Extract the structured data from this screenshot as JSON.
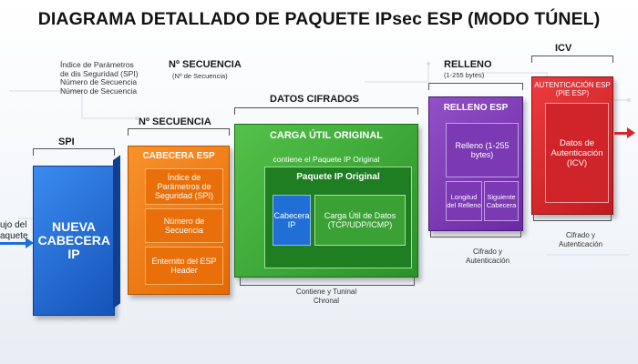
{
  "title": "DIAGRAMA DETALLADO DE PAQUETE IPsec ESP (MODO TÚNEL)",
  "spi_notes": [
    "Índice de Parámetros",
    "de dis Seguridad (SPI)",
    "Número de Secuencia",
    "Número de Secuencia"
  ],
  "labels": {
    "spi": "SPI",
    "seq_top": "Nº SECUENCIA",
    "seq_top_sub": "(Nº de Secuencia)",
    "seq": "Nº SECUENCIA",
    "datos_cifrados": "DATOS CIFRADOS",
    "relleno": "RELLENO",
    "relleno_sub": "(1-255 bytes)",
    "icv": "ICV"
  },
  "flow_in": [
    "ujo del",
    "aquete"
  ],
  "blocks": {
    "nueva_cabecera": "NUEVA CABECERA IP",
    "cabecera_esp": {
      "title": "CABECERA ESP",
      "cells": [
        "Índice de Parámetros de Seguridad (SPI)",
        "Número de Secuencia",
        "Enternito del ESP Header"
      ]
    },
    "carga_util": {
      "title": "CARGA ÚTIL ORIGINAL",
      "subtitle": "contiene el Paquete IP Original",
      "inner_title": "Paquete IP Original",
      "cabecera_ip": "Cabecera IP",
      "carga_datos": "Carga Útil de Datos (TCP/UDP/ICMP)"
    },
    "relleno_esp": {
      "title": "RELLENO ESP",
      "main": "Relleno (1-255 bytes)",
      "cells": [
        "Longitud del Relleno",
        "Siguiente Cabecera"
      ]
    },
    "autenticacion": {
      "title": "AUTENTICACIÓN ESP (PIE ESP)",
      "main": "Datos de Autenticación (ICV)"
    }
  },
  "captions": {
    "contiene": "Contiene y Tuninal Chronal",
    "cifrado1": "Cifrado y Autenticación",
    "cifrado2": "Cifrado y Autenticación"
  },
  "colors": {
    "blue": "#1f6fd6",
    "orange": "#f07b12",
    "green": "#3aaa35",
    "purple": "#7a3bb0",
    "red": "#d7262b"
  }
}
